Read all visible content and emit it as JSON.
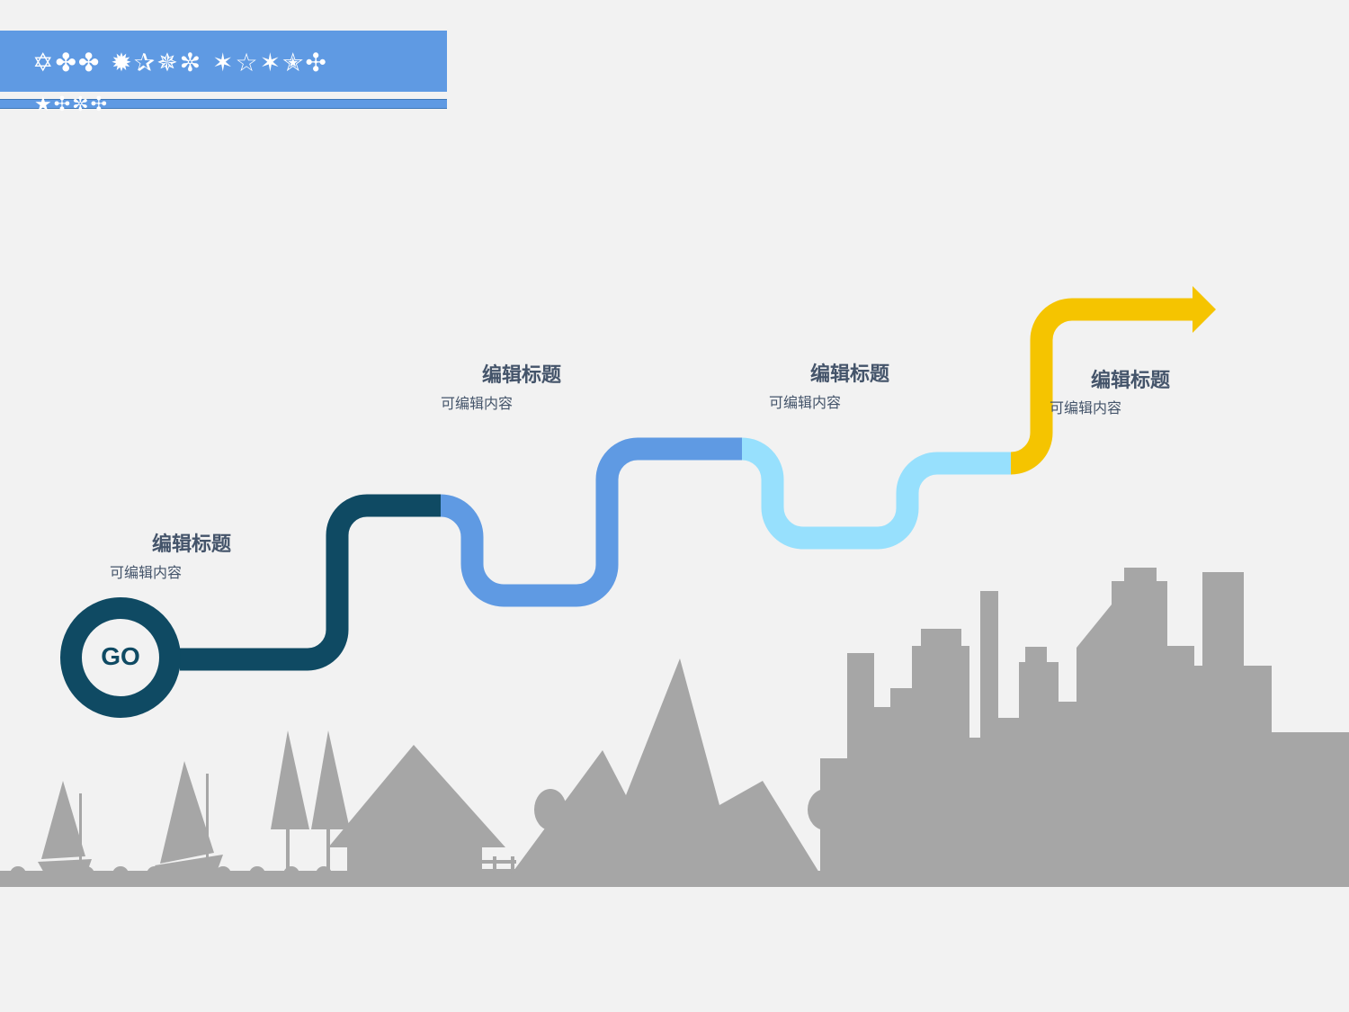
{
  "header": {
    "title": "✡✤✤ ✹✰✵✼ ✶☆✶✭✣",
    "subtitle": "★✣✼✣"
  },
  "start": {
    "label": "GO"
  },
  "steps": [
    {
      "title": "编辑标题",
      "desc": "可编辑内容"
    },
    {
      "title": "编辑标题",
      "desc": "可编辑内容"
    },
    {
      "title": "编辑标题",
      "desc": "可编辑内容"
    },
    {
      "title": "编辑标题",
      "desc": "可编辑内容"
    }
  ],
  "colors": {
    "background": "#f2f2f2",
    "header": "#5f9ae3",
    "path_dark": "#0f4a63",
    "path_blue": "#5f9ae3",
    "path_light": "#97e0fd",
    "path_yellow": "#f5c400",
    "silhouette": "#a6a6a6",
    "text": "#44546a"
  },
  "icons": [
    "go-start-icon",
    "arrow-head-icon",
    "sailboat-icon",
    "tree-icon",
    "house-icon",
    "mountain-icon",
    "city-skyline-icon"
  ]
}
